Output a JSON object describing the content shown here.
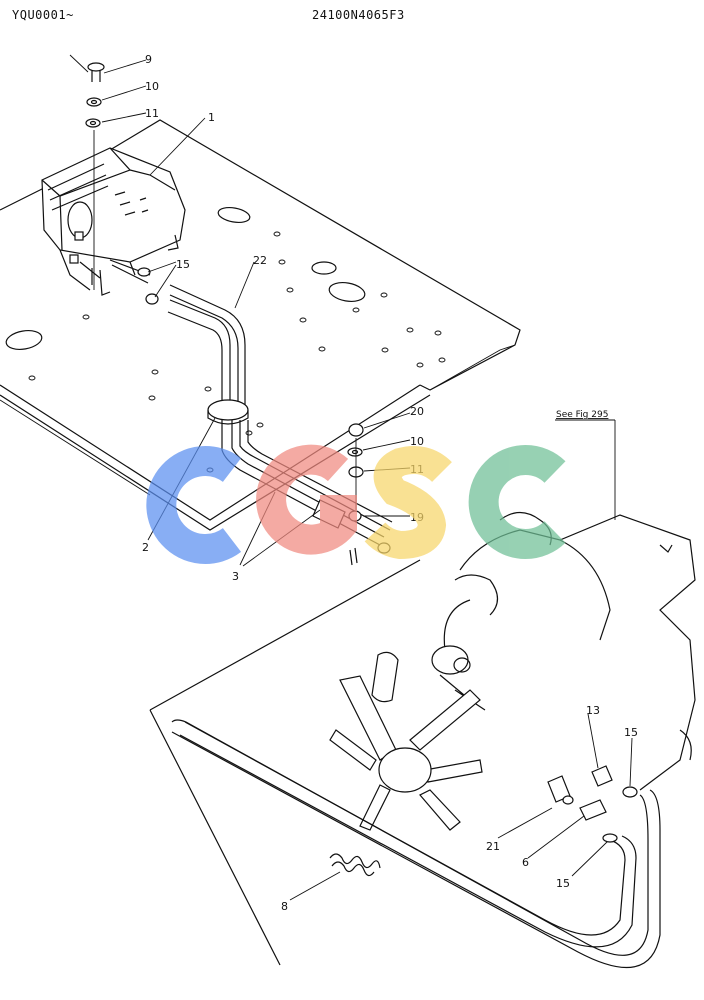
{
  "header": {
    "serial": "YQU0001~",
    "part_number": "24100N4065F3"
  },
  "callouts": [
    {
      "id": "c1",
      "label": "1"
    },
    {
      "id": "c2",
      "label": "2"
    },
    {
      "id": "c3",
      "label": "3"
    },
    {
      "id": "c6",
      "label": "6"
    },
    {
      "id": "c8",
      "label": "8"
    },
    {
      "id": "c9",
      "label": "9"
    },
    {
      "id": "c10a",
      "label": "10"
    },
    {
      "id": "c10b",
      "label": "10"
    },
    {
      "id": "c11a",
      "label": "11"
    },
    {
      "id": "c11b",
      "label": "11"
    },
    {
      "id": "c13",
      "label": "13"
    },
    {
      "id": "c15a",
      "label": "15"
    },
    {
      "id": "c15b",
      "label": "15"
    },
    {
      "id": "c15c",
      "label": "15"
    },
    {
      "id": "c19",
      "label": "19"
    },
    {
      "id": "c20",
      "label": "20"
    },
    {
      "id": "c21",
      "label": "21"
    },
    {
      "id": "c22",
      "label": "22"
    }
  ],
  "reference_note": "See Fig 295",
  "watermark": {
    "text": "CGSC",
    "colors": [
      "#5b8ff0",
      "#f08a80",
      "#f7d66a",
      "#6fbf96"
    ]
  }
}
